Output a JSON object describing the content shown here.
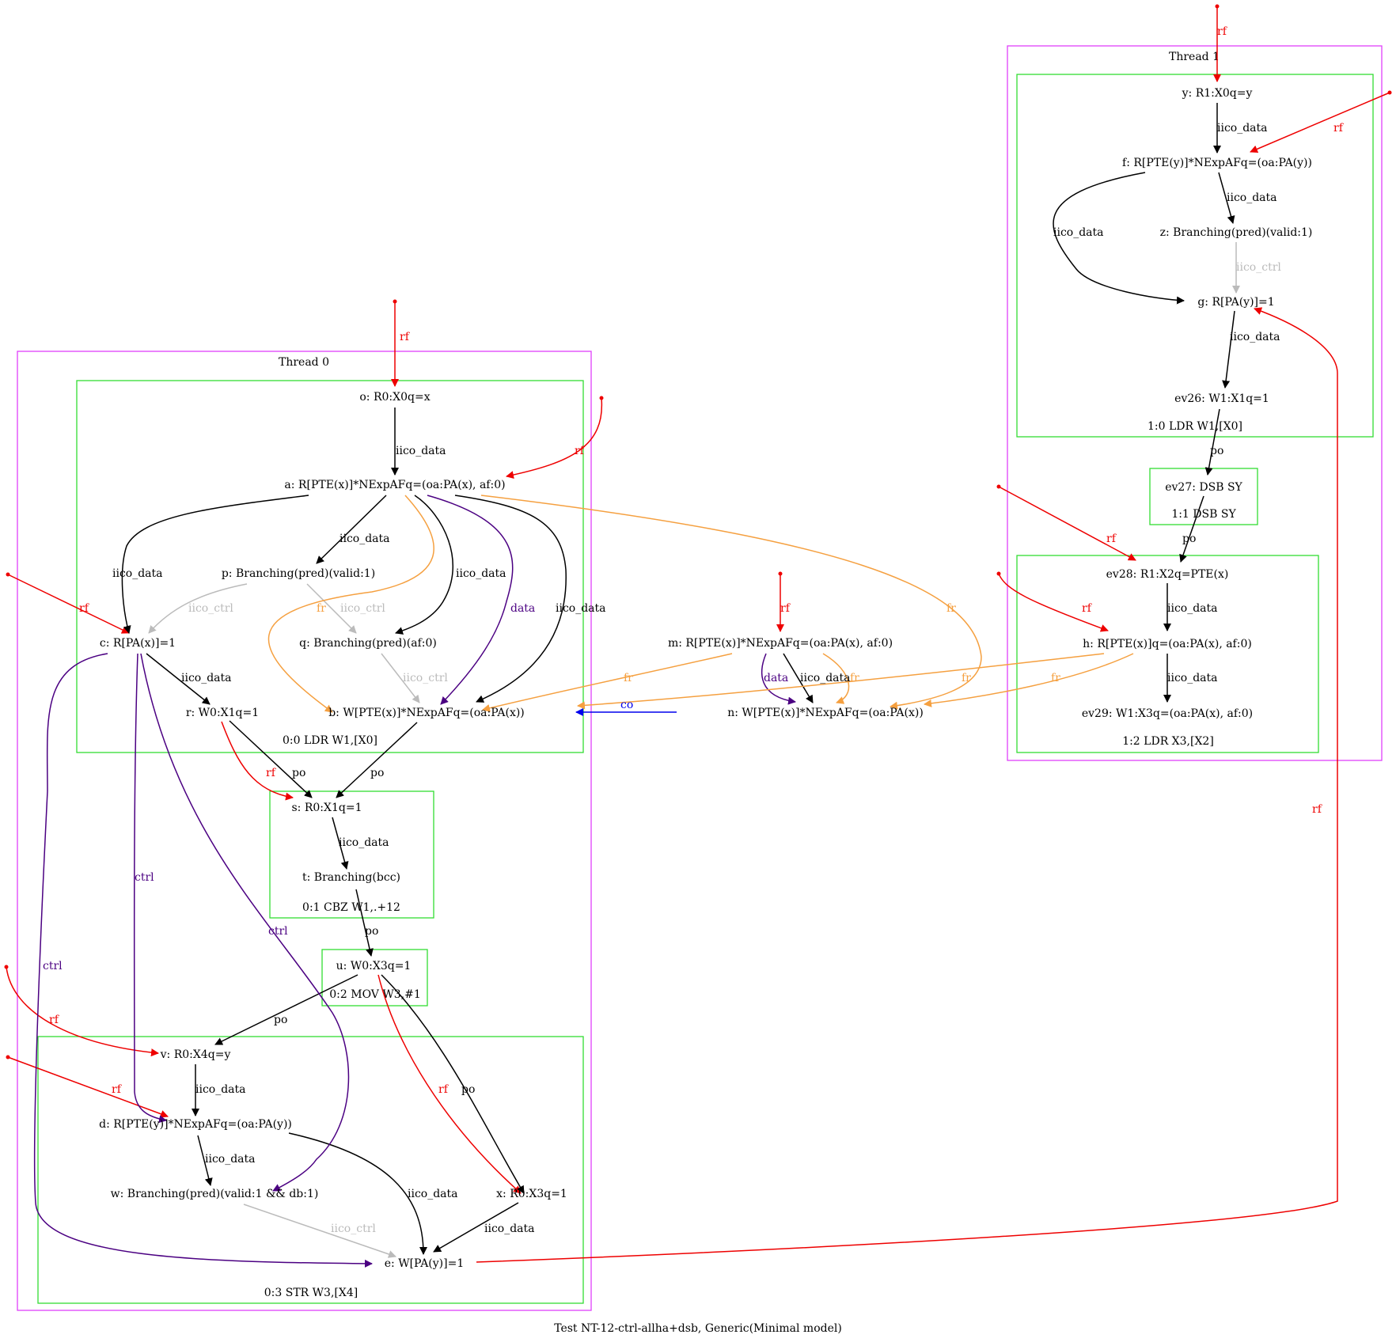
{
  "caption": "Test NT-12-ctrl-allha+dsb, Generic(Minimal model)",
  "colors": {
    "thread_border": "#e040fb",
    "instr_border": "#33dd33",
    "rf": "#ee0000",
    "fr": "#f5a040",
    "co": "#0000ee",
    "data": "#4b0082",
    "ctrl": "#4b0082",
    "po": "#000000",
    "iico_data": "#000000",
    "iico_ctrl": "#bbbbbb"
  },
  "clusters": {
    "thread0": "Thread 0",
    "thread1": "Thread 1",
    "i00": "0:0 LDR W1,[X0]",
    "i01": "0:1 CBZ W1,.+12",
    "i02": "0:2 MOV W3,#1",
    "i03": "0:3 STR W3,[X4]",
    "i10": "1:0 LDR W1,[X0]",
    "i11": "1:1 DSB SY",
    "i12": "1:2 LDR X3,[X2]"
  },
  "nodes": {
    "o": "o: R0:X0q=x",
    "a": "a: R[PTE(x)]*NExpAFq=(oa:PA(x), af:0)",
    "p": "p: Branching(pred)(valid:1)",
    "c": "c: R[PA(x)]=1",
    "q": "q: Branching(pred)(af:0)",
    "r": "r: W0:X1q=1",
    "b": "b: W[PTE(x)]*NExpAFq=(oa:PA(x))",
    "s": "s: R0:X1q=1",
    "t": "t: Branching(bcc)",
    "u": "u: W0:X3q=1",
    "v": "v: R0:X4q=y",
    "d": "d: R[PTE(y)]*NExpAFq=(oa:PA(y))",
    "w": "w: Branching(pred)(valid:1 && db:1)",
    "x": "x: R0:X3q=1",
    "e": "e: W[PA(y)]=1",
    "m": "m: R[PTE(x)]*NExpAFq=(oa:PA(x), af:0)",
    "n": "n: W[PTE(x)]*NExpAFq=(oa:PA(x))",
    "y": "y: R1:X0q=y",
    "f": "f: R[PTE(y)]*NExpAFq=(oa:PA(y))",
    "z": "z: Branching(pred)(valid:1)",
    "g": "g: R[PA(y)]=1",
    "ev26": "ev26: W1:X1q=1",
    "ev27": "ev27: DSB SY",
    "ev28": "ev28: R1:X2q=PTE(x)",
    "h": "h: R[PTE(x)]q=(oa:PA(x), af:0)",
    "ev29": "ev29: W1:X3q=(oa:PA(x), af:0)"
  },
  "edge_labels": {
    "rf": "rf",
    "fr": "fr",
    "co": "co",
    "po": "po",
    "data": "data",
    "ctrl": "ctrl",
    "iico_data": "iico_data",
    "iico_ctrl": "iico_ctrl"
  }
}
